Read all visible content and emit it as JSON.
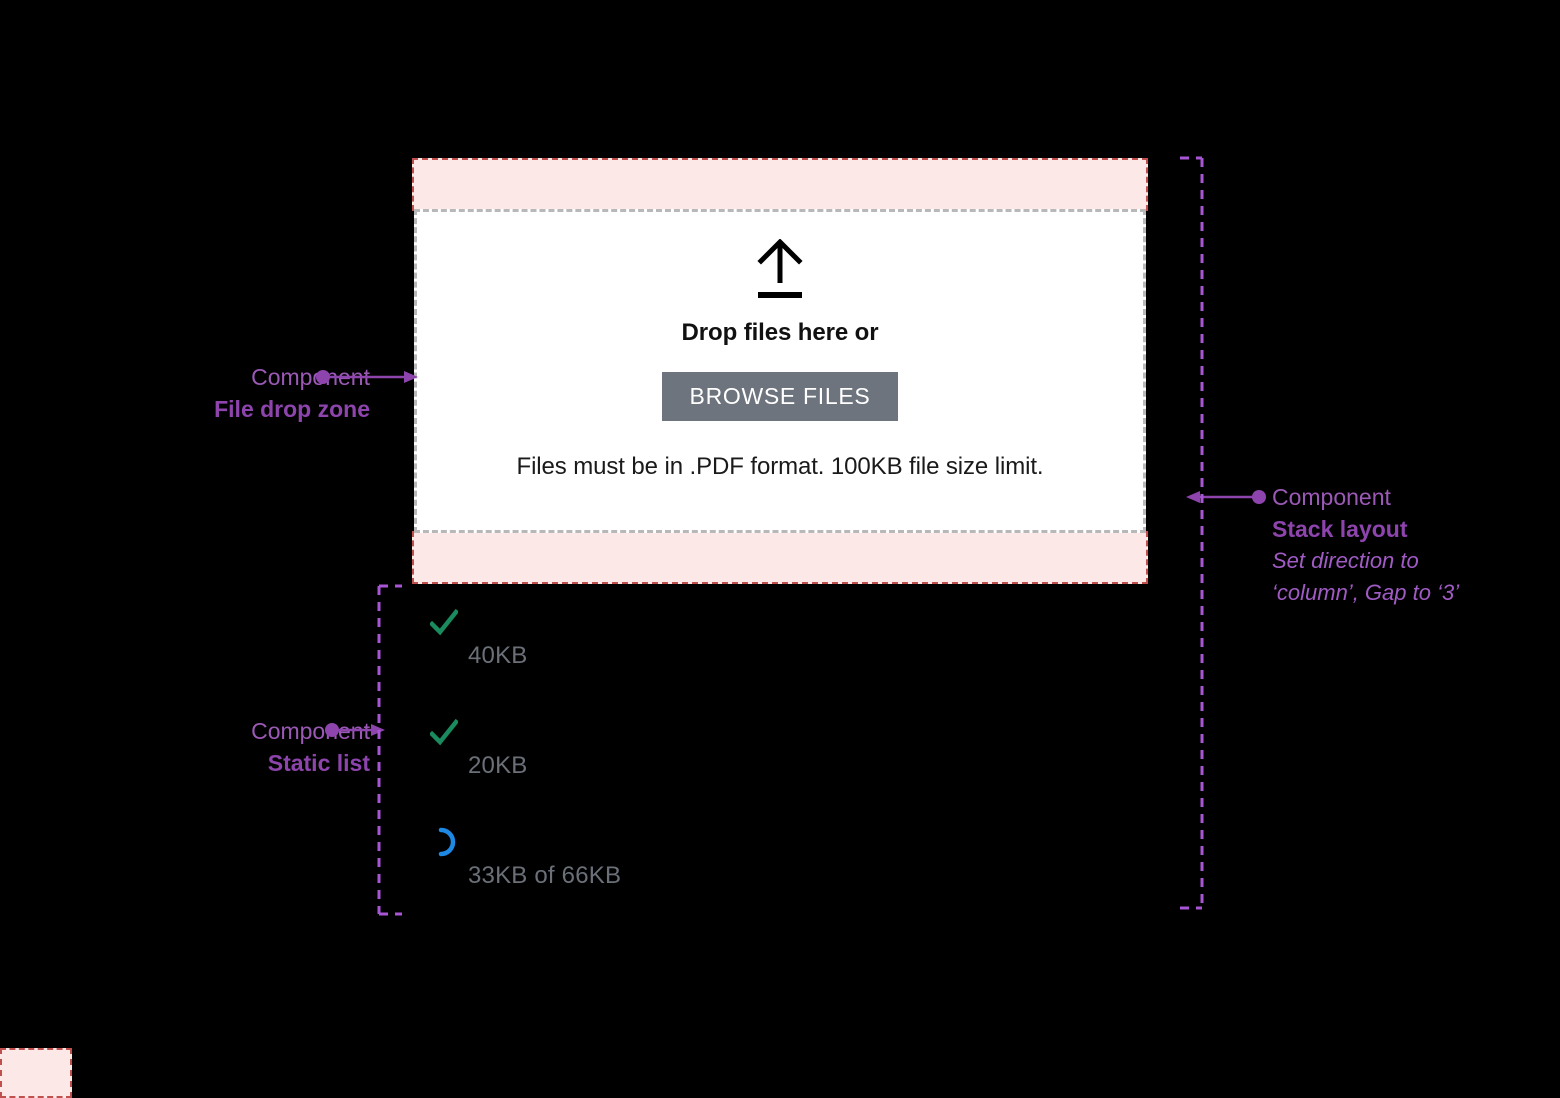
{
  "spacing_key": {
    "name": "spacing-swatch"
  },
  "drop_zone": {
    "icon": "upload-arrow-icon",
    "title": "Drop files here or",
    "browse_label": "BROWSE FILES",
    "hint": "Files must be in .PDF format. 100KB file size limit."
  },
  "static_list": {
    "items": [
      {
        "status": "check-icon",
        "size": "40KB"
      },
      {
        "status": "check-icon",
        "size": "20KB"
      },
      {
        "status": "spinner-icon",
        "size": "33KB of 66KB"
      }
    ]
  },
  "annotations": {
    "file_drop_zone": {
      "kicker": "Component",
      "name": "File drop zone"
    },
    "static_list": {
      "kicker": "Component",
      "name": "Static list"
    },
    "stack_layout": {
      "kicker": "Component",
      "name": "Stack layout",
      "note_line1": "Set direction to",
      "note_line2": "‘column’, Gap to ‘3’"
    }
  },
  "colors": {
    "spacing_fill": "#fde8e8",
    "spacing_border": "#c0504d",
    "annotation_purple": "#8e44ad",
    "annotation_light_purple": "#9b59b6",
    "dropzone_border": "#b8b8b8",
    "button_bg": "#6e747d",
    "success_green": "#1a8a5f",
    "progress_blue": "#1e88e5",
    "size_text": "#6b7078",
    "background": "#000000"
  }
}
